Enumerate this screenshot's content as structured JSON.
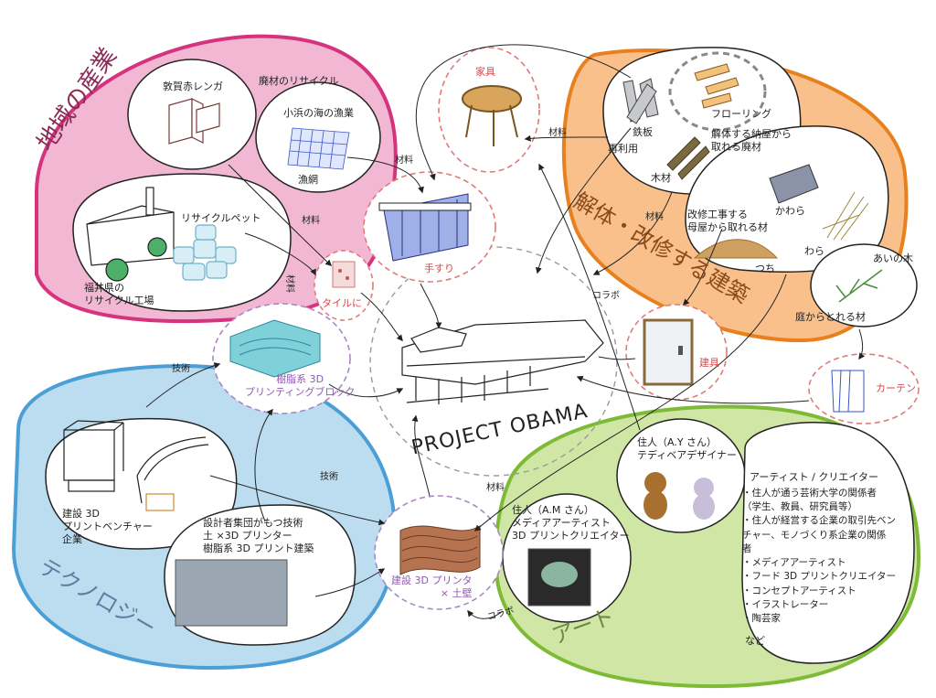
{
  "title": "PROJECT OBAMA",
  "sections": {
    "local": "地域の産業",
    "demolition": "解体・改修する建築",
    "technology": "テクノロジー",
    "art": "アート"
  },
  "local": {
    "brick": "敦賀赤レンガ",
    "waste_recycle": "廃材のリサイクル",
    "fishery": "小浜の海の漁業",
    "fishnet": "漁網",
    "recycle_pet": "リサイクルペット",
    "factory": "福井県の\nリサイクル工場"
  },
  "demolition": {
    "steel": "鉄板",
    "reuse": "再利用",
    "flooring": "フローリング",
    "dismantle_waste": "解体する納屋から\n取れる廃材",
    "wood": "木材",
    "renovation_material": "改修工事する\n母屋から取れる材",
    "tile_roof": "かわら",
    "soil": "つち",
    "straw": "わら",
    "aino_tree": "あいの木",
    "garden_material": "庭からとれる材"
  },
  "outputs": {
    "furniture": "家具",
    "handrail": "手すり",
    "tile": "タイルに",
    "door": "建具",
    "curtain": "カーテン",
    "resin_block": "樹脂系 3D\nプリンティングブロック",
    "construction_printer": "建設 3D プリンタ\n× 土壁"
  },
  "technology": {
    "venture": "建設 3D\nプリントベンチャー\n企業",
    "designer_tech": "設計者集団がもつ技術\n土 ×3D プリンター\n樹脂系 3D プリント建築"
  },
  "art": {
    "resident_ay": "住人（A.Y さん）\nテディベアデザイナー",
    "resident_am": "住人（A.M さん）\nメディアアーティスト\n3D プリントクリエイター",
    "artists_head": "アーティスト / クリエイター",
    "artists_list": [
      "・住人が通う芸術大学の関係者",
      "（学生、教員、研究員等）",
      "・住人が経営する企業の取引先ベン",
      "チャー、モノづくり系企業の関係",
      "者",
      "・メディアアーティスト",
      "・フード 3D プリントクリエイター",
      "・コンセプトアーティスト",
      "・イラストレーター",
      "・陶芸家"
    ],
    "etc": "など"
  },
  "edges": {
    "material1": "材料",
    "material2": "材料",
    "material3": "材料",
    "material4": "材料",
    "material5": "材料",
    "material6": "材料",
    "collab1": "コラボ",
    "collab2": "コラボ",
    "tech1": "技術",
    "tech2": "技術"
  },
  "colors": {
    "pink_fill": "#f2b8d3",
    "pink_stroke": "#d6337f",
    "orange_fill": "#f9c08c",
    "orange_stroke": "#e8801e",
    "blue_fill": "#bcdcef",
    "blue_stroke": "#4a9fd6",
    "green_fill": "#cfe6a4",
    "green_stroke": "#7dba35",
    "red_dash": "#e07a7a",
    "purple_dash": "#a987c4"
  }
}
